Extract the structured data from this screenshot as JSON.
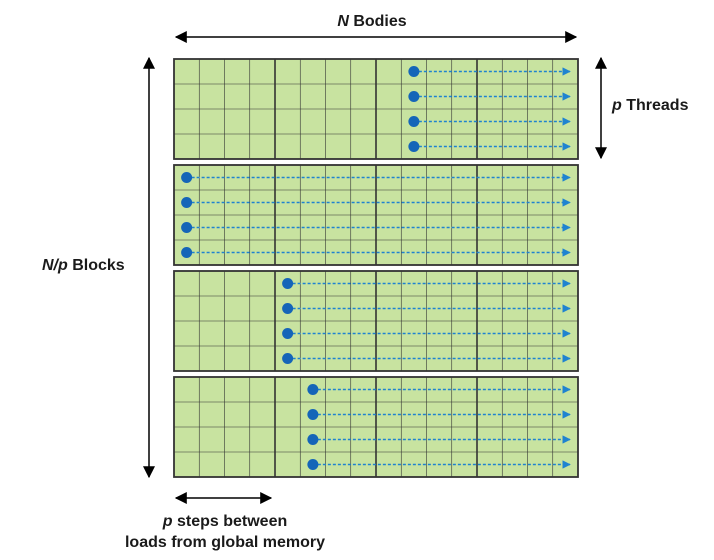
{
  "labels": {
    "n_bodies": {
      "var": "N",
      "text": " Bodies"
    },
    "p_threads": {
      "var": "p",
      "text": " Threads"
    },
    "np_blocks": {
      "var": "N/p",
      "text": " Blocks"
    },
    "steps": {
      "var": "p",
      "line1": " steps between",
      "line2": "loads from global memory"
    }
  },
  "diagram": {
    "blocks": 4,
    "threads_per_block": 4,
    "tiles_per_row": 4,
    "cells_per_tile": 4,
    "thread_start_tile": [
      2,
      0,
      1,
      1
    ],
    "thread_start_cell": [
      1,
      0,
      0,
      1
    ]
  },
  "colors": {
    "cell_fill": "#c8e3a0",
    "grid_line": "#333333",
    "thread_dot": "#1565b8",
    "thread_arrow": "#1f83d0",
    "axis_arrow": "#000000"
  }
}
